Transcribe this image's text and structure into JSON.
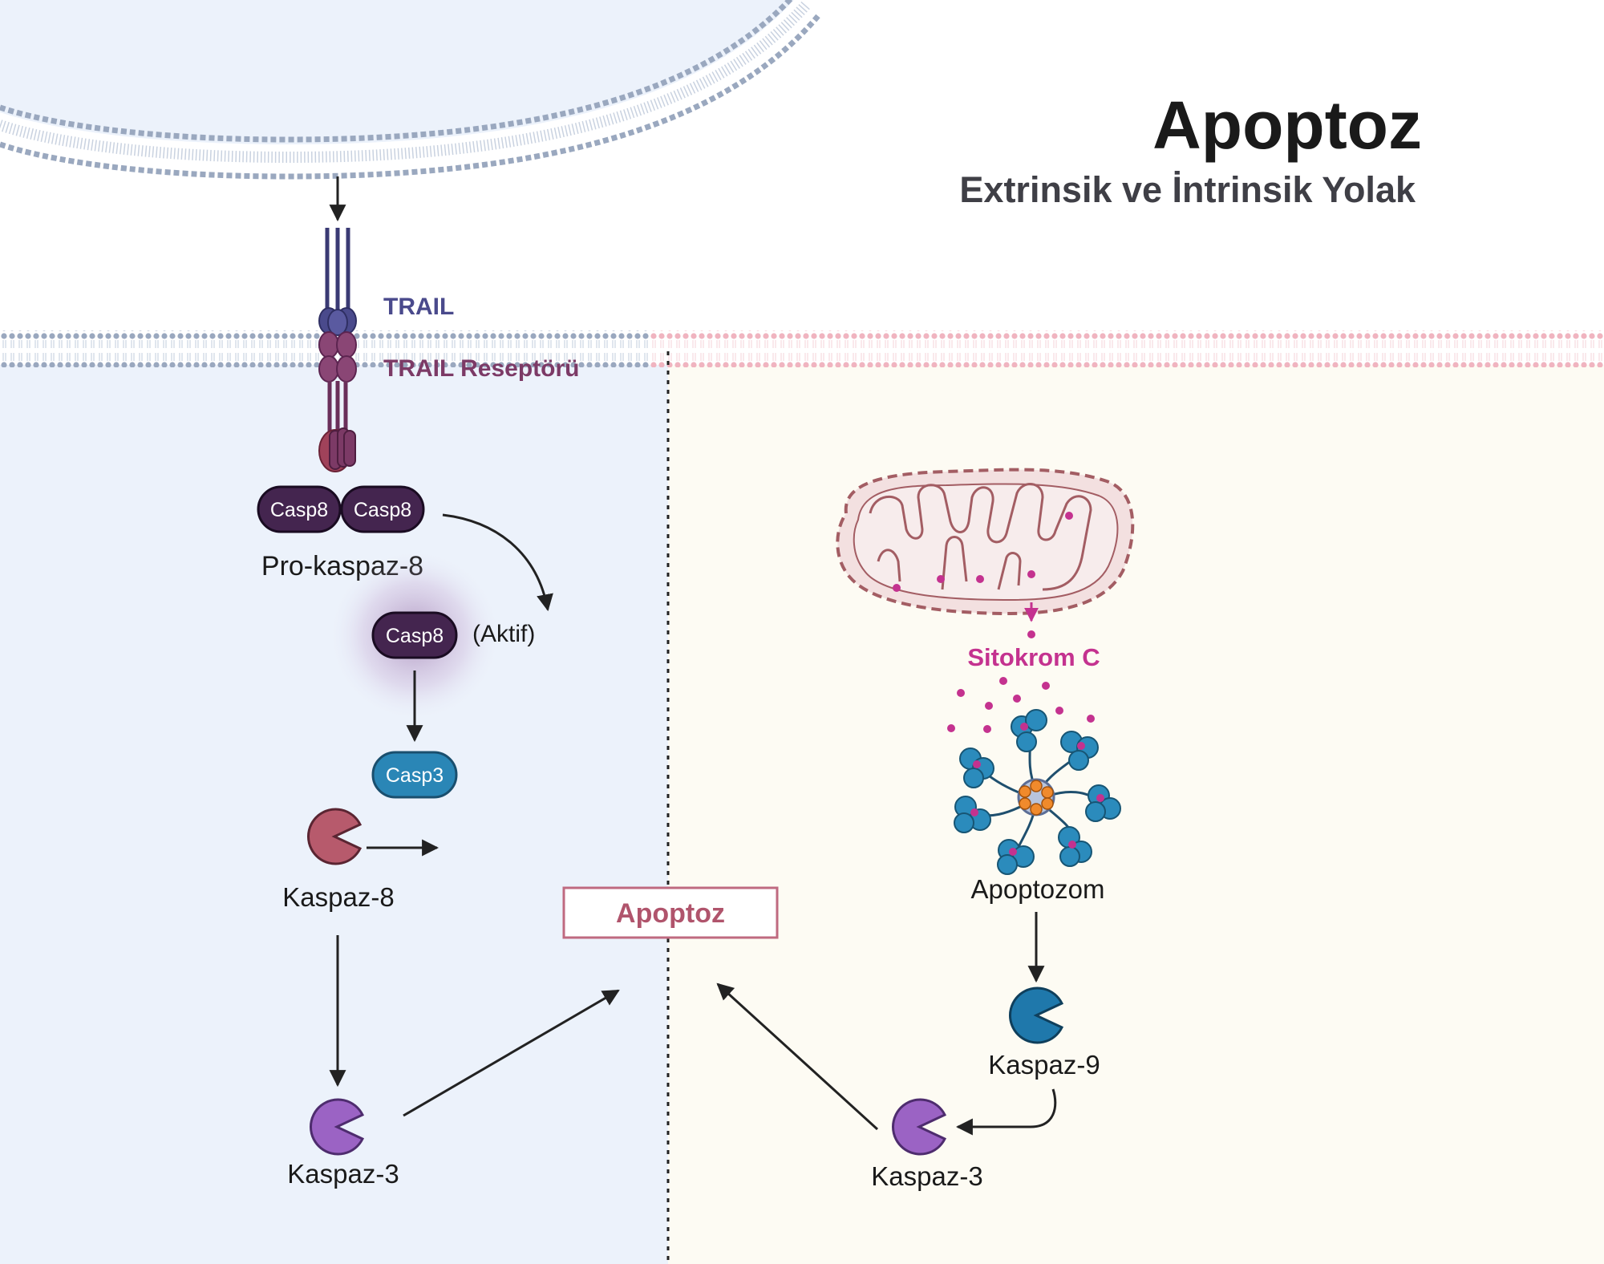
{
  "title": "Apoptoz",
  "subtitle": "Extrinsik ve İntrinsik Yolak",
  "extrinsic": {
    "ligand_label": "TRAIL",
    "receptor_label": "TRAIL Reseptörü",
    "procaspase_pill_left": "Casp8",
    "procaspase_pill_right": "Casp8",
    "procaspase_label": "Pro-kaspaz-8",
    "active_casp8_pill": "Casp8",
    "active_label": "(Aktif)",
    "casp3_pill": "Casp3",
    "caspase8_label": "Kaspaz-8",
    "caspase3_label": "Kaspaz-3"
  },
  "center": {
    "apoptosis_label": "Apoptoz"
  },
  "intrinsic": {
    "cytochrome_label": "Sitokrom C",
    "apoptosome_label": "Apoptozom",
    "caspase9_label": "Kaspaz-9",
    "caspase3_label": "Kaspaz-3"
  },
  "colors": {
    "extrinsic_bg": "#ecf2fb",
    "intrinsic_bg": "#fdfbf3",
    "membrane_blue": "#9aa8bf",
    "membrane_pink": "#f0b4c0",
    "trail": "#4a4a8c",
    "receptor": "#7c3a66",
    "casp8_pill": "#44254f",
    "casp3_pill": "#2a86b6",
    "caspase8_pacman": "#b75a6c",
    "caspase3_pacman": "#9b63c4",
    "caspase9_pacman": "#1f78ab",
    "cytochrome": "#c4328f",
    "apoptosis_box_border": "#bf6a80",
    "apoptosis_text": "#b0546c",
    "apoptosome_blue": "#2b8bbc"
  },
  "icons": {
    "mitochondrion": "mitochondrion-icon",
    "apoptosome": "apoptosome-icon",
    "caspase": "pacman-enzyme-icon",
    "receptor": "trail-receptor-icon"
  }
}
